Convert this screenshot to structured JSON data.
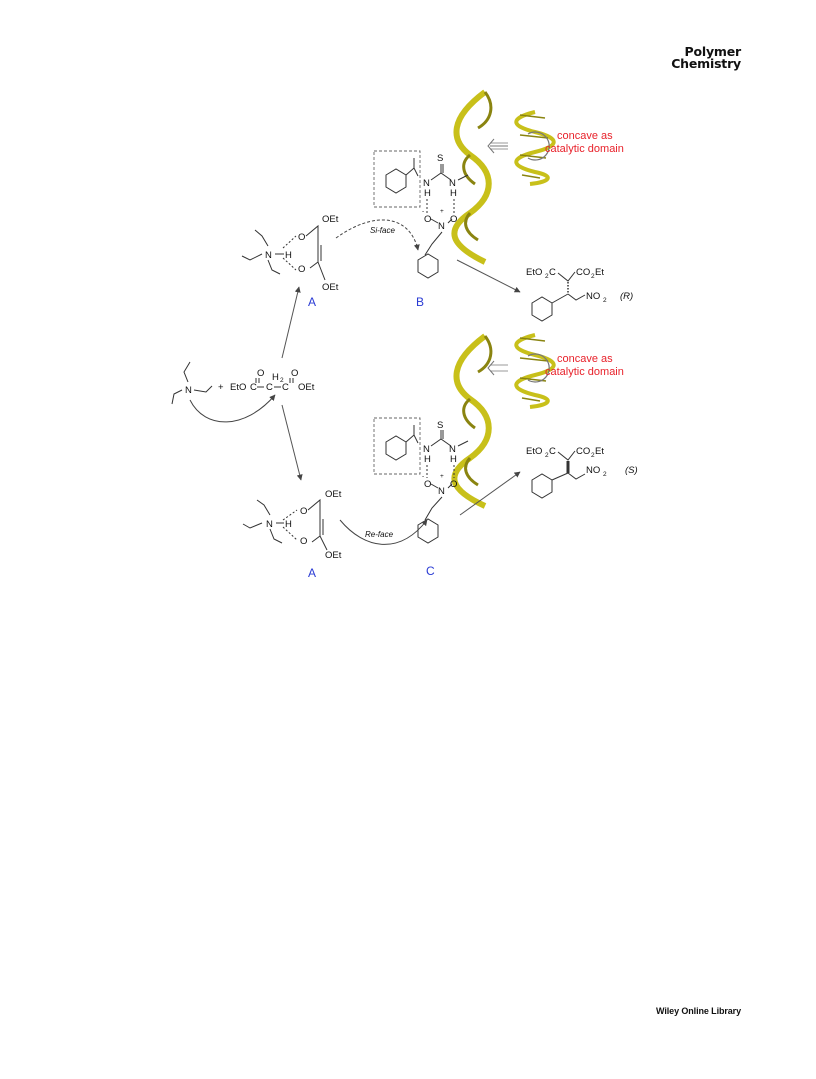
{
  "header": {
    "journal_line1": "Polymer",
    "journal_line2": "Chemistry"
  },
  "footer": {
    "publisher": "Wiley Online Library"
  },
  "scheme": {
    "annotation_top": [
      "concave as",
      "catalytic domain"
    ],
    "annotation_bottom": [
      "concave as",
      "catalytic domain"
    ],
    "label_A_top": "A",
    "label_B": "B",
    "label_A_bottom": "A",
    "label_C": "C",
    "si_face": "Si-face",
    "re_face": "Re-face",
    "product_top_config": "(R)",
    "product_bottom_config": "(S)",
    "colors": {
      "helix": "#c8c01a",
      "helix_dark": "#8a8410",
      "annotation": "#e8222b",
      "labels": "#2a3bd4"
    }
  }
}
